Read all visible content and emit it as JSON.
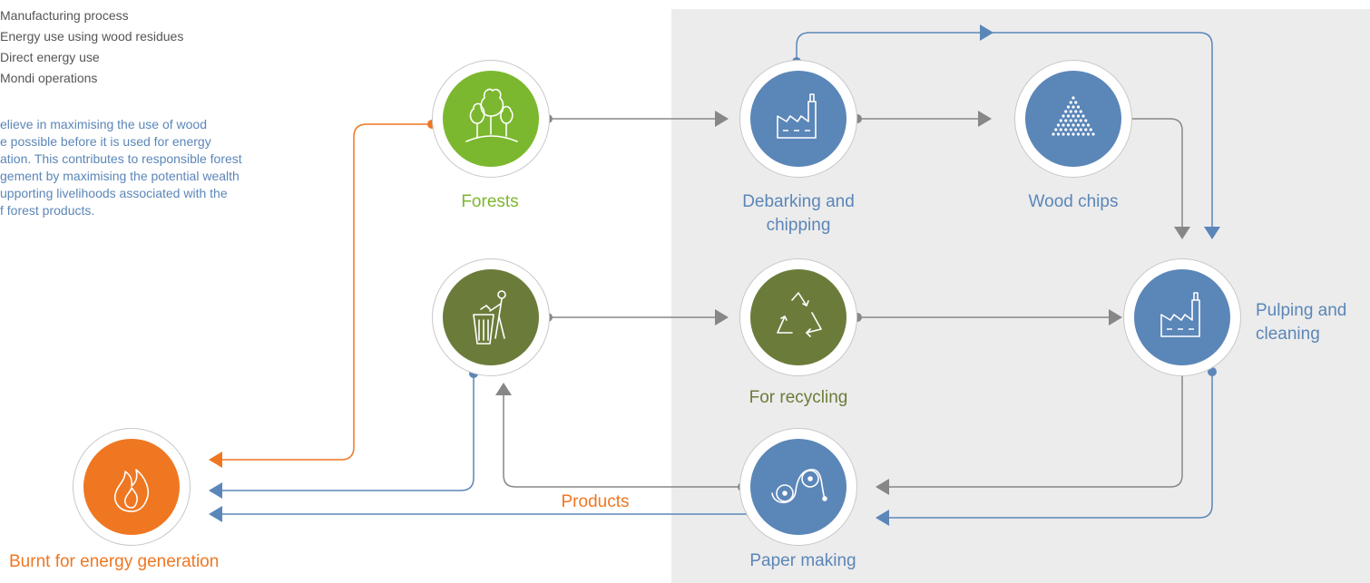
{
  "legend": {
    "items": [
      "Manufacturing process",
      "Energy use using wood residues",
      "Direct energy use",
      "Mondi operations"
    ]
  },
  "intro_text": "elieve in maximising the use of wood e possible before it is used for energy ation. This contributes to responsible forest gement by maximising the potential wealth upporting livelihoods associated with the f forest products.",
  "intro_lines": [
    "elieve in maximising the use of wood",
    "e possible before it is used for energy",
    "ation. This contributes to responsible forest",
    "gement by maximising the potential wealth",
    "upporting livelihoods associated with the",
    "f forest products."
  ],
  "nodes": {
    "forests": {
      "label": "Forests",
      "icon": "trees-icon",
      "color": "#7cb82f"
    },
    "debarking": {
      "label_line1": "Debarking and",
      "label_line2": "chipping",
      "icon": "factory-icon",
      "color": "#5b86b8"
    },
    "wood_chips": {
      "label": "Wood chips",
      "icon": "wood-chip-pile-icon",
      "color": "#5b86b8"
    },
    "waste": {
      "icon": "trash-bin-person-icon",
      "color": "#6b7c3a"
    },
    "recycling": {
      "label": "For recycling",
      "icon": "recycle-icon",
      "color": "#6b7c3a"
    },
    "pulping": {
      "label_line1": "Pulping and",
      "label_line2": "cleaning",
      "icon": "factory-icon",
      "color": "#5b86b8"
    },
    "paper_making": {
      "label": "Paper making",
      "icon": "paper-rollers-icon",
      "color": "#5b86b8"
    },
    "burnt": {
      "label": "Burnt for energy generation",
      "icon": "flame-icon",
      "color": "#ef7722"
    }
  },
  "products_label": "Products",
  "colors": {
    "manufacturing": "#878787",
    "wood_residues": "#ef7722",
    "direct_energy": "#5b86b8",
    "mondi_panel": "#ececec"
  }
}
